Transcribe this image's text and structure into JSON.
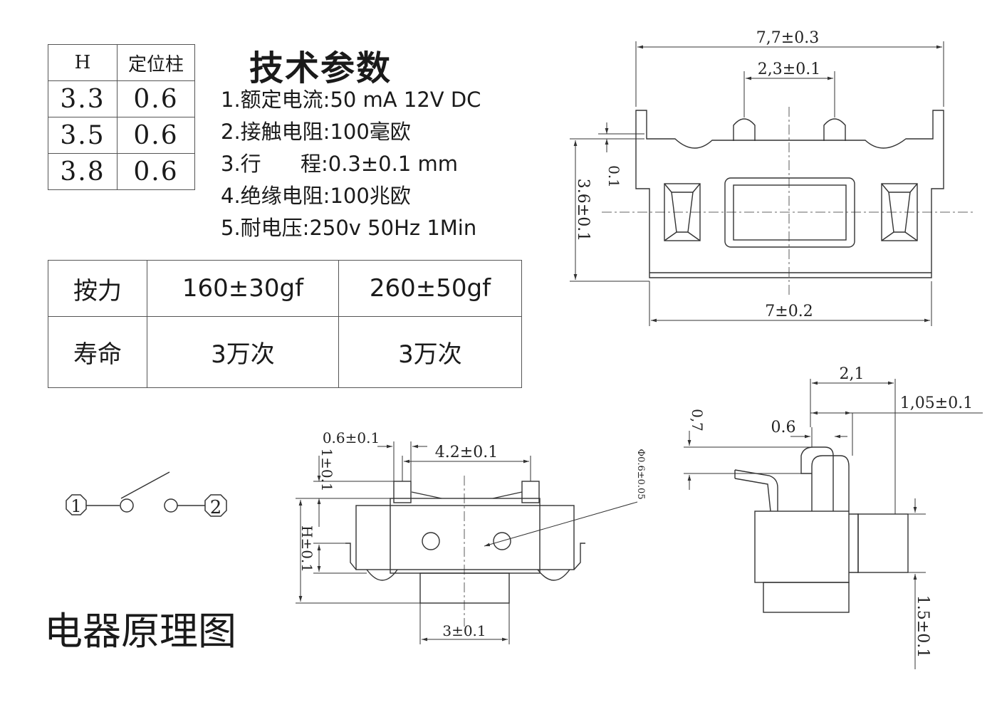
{
  "h_table": {
    "headers": [
      "H",
      "定位柱"
    ],
    "rows": [
      [
        "3.3",
        "0.6"
      ],
      [
        "3.5",
        "0.6"
      ],
      [
        "3.8",
        "0.6"
      ]
    ]
  },
  "spec": {
    "title": "技术参数",
    "items": [
      "1.额定电流:50 mA 12V DC",
      "2.接触电阻:100毫欧",
      "3.行      程:0.3±0.1 mm",
      "4.绝缘电阻:100兆欧",
      "5.耐电压:250v 50Hz 1Min"
    ]
  },
  "force_table": {
    "rows": [
      {
        "label": "按力",
        "v1": "160±30gf",
        "v2": "260±50gf"
      },
      {
        "label": "寿命",
        "v1": "3万次",
        "v2": "3万次"
      }
    ]
  },
  "schematic": {
    "title": "电器原理图",
    "terminal_1": "1",
    "terminal_2": "2"
  },
  "top_view": {
    "dim_width_top": "7,7±0.3",
    "dim_pin_spacing": "2,3±0.1",
    "dim_small": "0.1",
    "dim_height": "3.6±0.1",
    "dim_width_bottom": "7±0.2"
  },
  "front_view": {
    "dim_pin_width": "0.6±0.1",
    "dim_pin_spacing": "4.2±0.1",
    "dim_pin_height": "1±0.1",
    "dim_h": "H±0.1",
    "dim_hole": "Φ0.6±0.05",
    "dim_base": "3±0.1"
  },
  "side_view": {
    "dim_total": "2,1",
    "dim_offset": "1,05±0.1",
    "dim_vertical": "0,7",
    "dim_pin": "0.6",
    "dim_bottom": "1.5±0.1"
  }
}
